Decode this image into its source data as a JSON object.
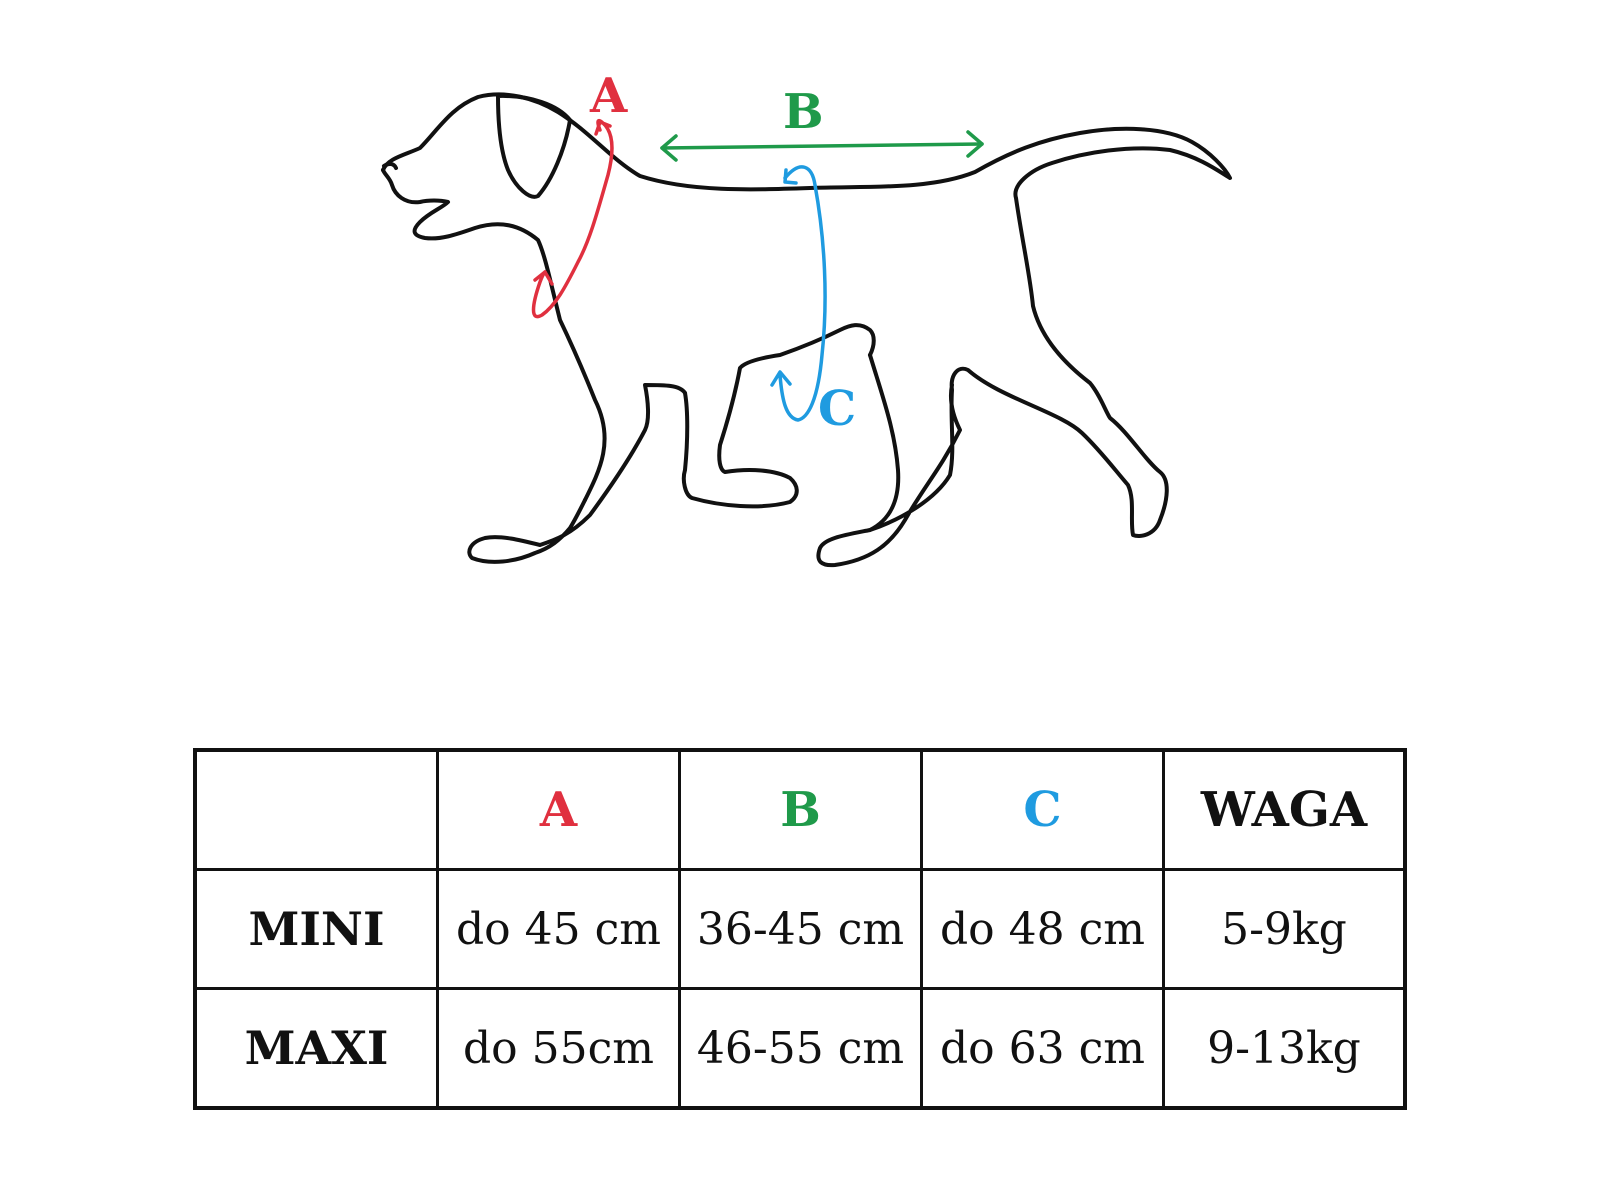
{
  "colors": {
    "outline": "#111111",
    "a": "#e0303f",
    "b": "#1f9a4a",
    "c": "#1f9be0"
  },
  "diagram": {
    "subject": "dog outline with measurement markers",
    "labels": {
      "a": "A",
      "b": "B",
      "c": "C"
    },
    "icons": [
      "dog-outline-icon",
      "neck-circumference-arrow-icon",
      "back-length-arrow-icon",
      "chest-circumference-arrow-icon"
    ]
  },
  "table": {
    "headers": [
      "",
      "A",
      "B",
      "C",
      "WAGA"
    ],
    "rows": [
      {
        "label": "MINI",
        "a": "do 45 cm",
        "b": "36-45 cm",
        "c": "do 48 cm",
        "waga": "5-9kg"
      },
      {
        "label": "MAXI",
        "a": "do 55cm",
        "b": "46-55 cm",
        "c": "do 63 cm",
        "waga": "9-13kg"
      }
    ]
  }
}
